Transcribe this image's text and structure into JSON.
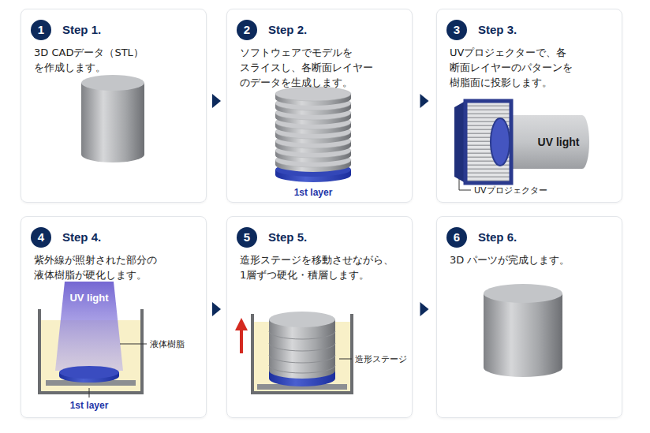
{
  "diagram": {
    "nodes": [
      {
        "text": [
          "Step 1.",
          "3D CADデータ（STL） を作成します。"
        ]
      },
      {
        "text": [
          "1"
        ],
        "in": 0
      },
      {
        "text": [
          "Step 2.",
          "ソフトウェアでモデルを スライスし、各断面レイヤー のデータを生成します。"
        ]
      },
      {
        "text": [
          "2"
        ],
        "in": 2
      },
      {
        "text": [
          "Step 3.",
          "UVプロジェクターで、各 断面レイヤーのパターンを 樹脂面に投影します。"
        ]
      },
      {
        "text": [
          "3"
        ],
        "in": 4
      },
      {
        "text": [
          "Step 4.",
          "紫外線が照射された部分の 液体樹脂が硬化します。"
        ]
      },
      {
        "text": [
          "4"
        ],
        "in": 6
      },
      {
        "text": [
          "Step 5.",
          "造形ステージを移動させながら、 1層ずつ硬化・積層します。"
        ]
      },
      {
        "text": [
          "5"
        ],
        "in": 8
      },
      {
        "text": [
          "Step 6.",
          "3D パーツが完成します。"
        ]
      },
      {
        "text": [
          "6"
        ],
        "in": 10
      }
    ],
    "edges": [
      {
        "from": 0,
        "to": 2,
        "arrow": "to"
      },
      {
        "from": 2,
        "to": 4,
        "arrow": "to"
      },
      {
        "from": 6,
        "to": 8,
        "arrow": "to"
      },
      {
        "from": 8,
        "to": 10,
        "arrow": "to"
      }
    ],
    "labels": [
      "1st layer",
      "UV light",
      "UVプロジェクター",
      "UV light",
      "液体樹脂",
      "1st layer",
      "造形ステージ"
    ]
  }
}
